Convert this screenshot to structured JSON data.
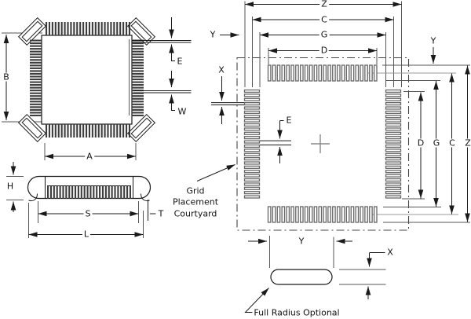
{
  "figure": {
    "type": "component-and-land-pattern-dimensioning-drawing",
    "package_view": {
      "dim_b": "B",
      "dim_a": "A",
      "dim_e": "E",
      "dim_w": "W",
      "leads_per_side": 28
    },
    "side_view": {
      "dim_h": "H",
      "dim_s": "S",
      "dim_t": "T",
      "dim_l": "L"
    },
    "land_pattern": {
      "dim_z_top": "Z",
      "dim_c_top": "C",
      "dim_g_top": "G",
      "dim_d_top": "D",
      "dim_y_left": "Y",
      "dim_x_left": "X",
      "dim_e": "E",
      "dim_y_right": "Y",
      "dim_d_right": "D",
      "dim_g_right": "G",
      "dim_c_right": "C",
      "dim_z_right": "Z",
      "dim_y_bottom": "Y",
      "dim_x_bottom": "X",
      "courtyard_line1": "Grid",
      "courtyard_line2": "Placement",
      "courtyard_line3": "Courtyard",
      "pads_top_row": 24,
      "pads_bottom_row": 24,
      "pads_left_col": 26,
      "pads_right_col": 26
    },
    "pad_detail": {
      "note": "Full Radius Optional"
    }
  },
  "colors": {
    "line": "#1a1a1a",
    "secondary_line": "#555555",
    "centerline": "#999999"
  }
}
